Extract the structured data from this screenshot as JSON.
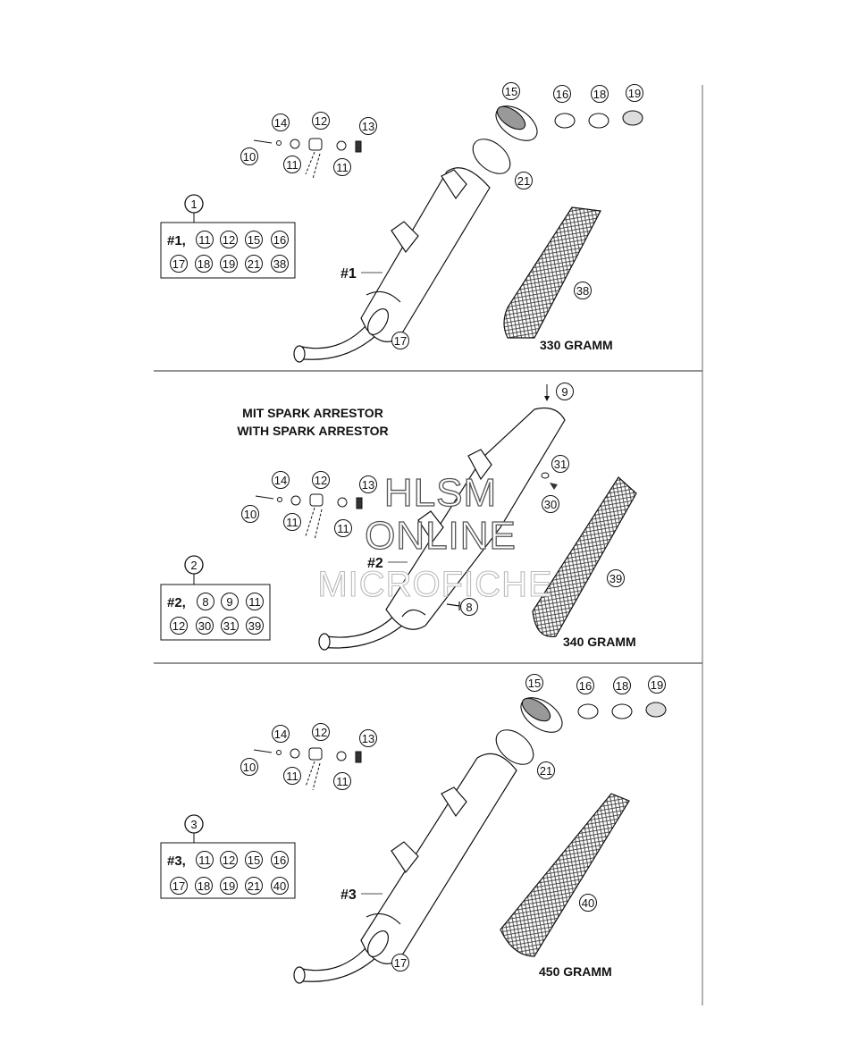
{
  "sections": [
    {
      "assembly_ref": "1",
      "muffler_label": "#1",
      "kit": {
        "header": "#1,",
        "row1": [
          "11",
          "12",
          "15",
          "16"
        ],
        "row2": [
          "17",
          "18",
          "19",
          "21",
          "38"
        ]
      },
      "hardware": [
        "14",
        "12",
        "13",
        "10",
        "11",
        "11"
      ],
      "end_parts": [
        "15",
        "16",
        "18",
        "19",
        "21"
      ],
      "body_callout": "17",
      "insert_callout": "38",
      "insert_weight": "330 GRAMM"
    },
    {
      "assembly_ref": "2",
      "muffler_label": "#2",
      "kit": {
        "header": "#2,",
        "row1": [
          "8",
          "9",
          "11"
        ],
        "row2": [
          "12",
          "30",
          "31",
          "39"
        ]
      },
      "hardware": [
        "14",
        "12",
        "13",
        "10",
        "11",
        "11"
      ],
      "extra": [
        "9",
        "31",
        "30",
        "8"
      ],
      "insert_callout": "39",
      "insert_weight": "340 GRAMM",
      "title_de": "MIT SPARK ARRESTOR",
      "title_en": "WITH SPARK ARRESTOR"
    },
    {
      "assembly_ref": "3",
      "muffler_label": "#3",
      "kit": {
        "header": "#3,",
        "row1": [
          "11",
          "12",
          "15",
          "16"
        ],
        "row2": [
          "17",
          "18",
          "19",
          "21",
          "40"
        ]
      },
      "hardware": [
        "14",
        "12",
        "13",
        "10",
        "11",
        "11"
      ],
      "end_parts": [
        "15",
        "16",
        "18",
        "19",
        "21"
      ],
      "body_callout": "17",
      "insert_callout": "40",
      "insert_weight": "450 GRAMM"
    }
  ],
  "watermark": {
    "line1": "HLSM",
    "line2": "ONLINE",
    "line3": "MICROFICHE"
  }
}
